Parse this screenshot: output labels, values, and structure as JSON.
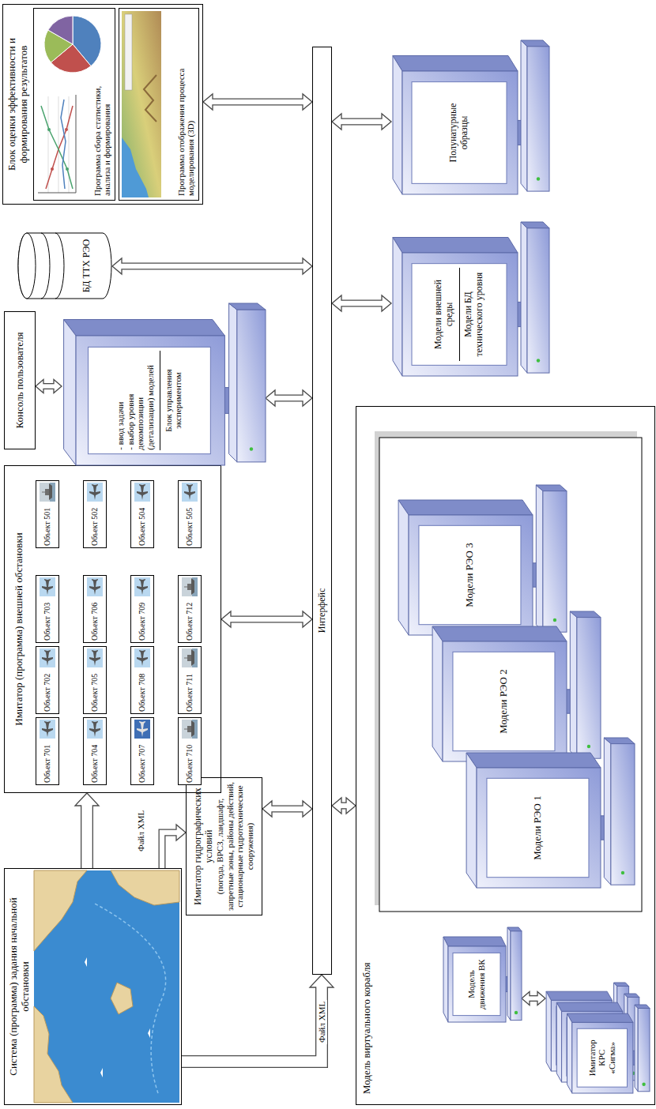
{
  "diagram": {
    "nodes": [
      {
        "text": [
          "Система (программа) задания начальной обстановки"
        ]
      },
      {
        "text": [
          "Имитатор гидрографических условий",
          "(погода, ВРСЗ, ландшафт, запретные зоны, районы действий, стационарные гидротехнические сооружения)"
        ]
      },
      {
        "text": [
          "Имитатор (программа) внешней обстановки"
        ]
      },
      {
        "text": [
          "Объект 701"
        ],
        "in": 2
      },
      {
        "text": [
          "Объект 702"
        ],
        "in": 2
      },
      {
        "text": [
          "Объект 703"
        ],
        "in": 2
      },
      {
        "text": [
          "Объект 501"
        ],
        "in": 2
      },
      {
        "text": [
          "Объект 704"
        ],
        "in": 2
      },
      {
        "text": [
          "Объект 705"
        ],
        "in": 2
      },
      {
        "text": [
          "Объект 706"
        ],
        "in": 2
      },
      {
        "text": [
          "Объект 502"
        ],
        "in": 2
      },
      {
        "text": [
          "Объект 707"
        ],
        "in": 2
      },
      {
        "text": [
          "Объект 708"
        ],
        "in": 2
      },
      {
        "text": [
          "Объект 709"
        ],
        "in": 2
      },
      {
        "text": [
          "Объект 504"
        ],
        "in": 2
      },
      {
        "text": [
          "Объект 710"
        ],
        "in": 2
      },
      {
        "text": [
          "Объект 711"
        ],
        "in": 2
      },
      {
        "text": [
          "Объект 712"
        ],
        "in": 2
      },
      {
        "text": [
          "Объект 505"
        ],
        "in": 2
      },
      {
        "text": [
          "Консоль пользователя"
        ]
      },
      {
        "text": [
          "- ввод задачи",
          "- выбор уровня декомпозиции (детализации) моделей",
          "Блок управления экспериментом"
        ]
      },
      {
        "text": [
          "БД ТТХ РЭО"
        ]
      },
      {
        "text": [
          "Блок оценки эффективности и формирования результатов"
        ]
      },
      {
        "text": [
          "Программа сбора статистики, анализа и формирования"
        ],
        "in": 22
      },
      {
        "text": [
          "Программа отображения процесса моделирования (3D)"
        ],
        "in": 22
      },
      {
        "text": [
          "Интерфейс"
        ]
      },
      {
        "text": [
          "Модели внешней среды",
          "Модели БД технического уровня"
        ]
      },
      {
        "text": [
          "Полунатурные образцы"
        ]
      },
      {
        "text": [
          "Модель виртуального корабля"
        ]
      },
      {
        "text": [
          "Модель движения ВК"
        ],
        "in": 28
      },
      {
        "text": [
          "Имитатор КРС «Сигма»"
        ],
        "in": 28
      },
      {
        "text": [
          "Модели РЭО 1"
        ],
        "in": 28
      },
      {
        "text": [
          "Модели РЭО 2"
        ],
        "in": 28
      },
      {
        "text": [
          "Модели РЭО 3"
        ],
        "in": 28
      }
    ],
    "edges": [
      {
        "from": 0,
        "to": 2,
        "arrow": "to"
      },
      {
        "from": 0,
        "to": 1,
        "label": "Файл XML",
        "arrow": "to"
      },
      {
        "from": 0,
        "to": 25,
        "label": "Файл XML",
        "arrow": "to"
      },
      {
        "from": 1,
        "to": 25,
        "arrow": "both"
      },
      {
        "from": 2,
        "to": 25,
        "arrow": "both"
      },
      {
        "from": 19,
        "to": 20,
        "arrow": "both"
      },
      {
        "from": 20,
        "to": 25,
        "arrow": "both"
      },
      {
        "from": 21,
        "to": 25,
        "arrow": "both"
      },
      {
        "from": 22,
        "to": 25,
        "arrow": "both"
      },
      {
        "from": 26,
        "to": 25,
        "arrow": "both"
      },
      {
        "from": 27,
        "to": 25,
        "arrow": "both"
      },
      {
        "from": 28,
        "to": 25,
        "arrow": "both"
      },
      {
        "from": 29,
        "to": 30,
        "arrow": "both"
      }
    ]
  }
}
